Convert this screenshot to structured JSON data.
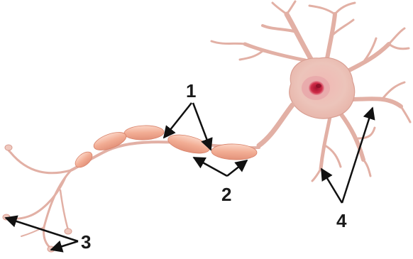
{
  "labels": [
    {
      "id": "1",
      "text": "1"
    },
    {
      "id": "2",
      "text": "2"
    },
    {
      "id": "3",
      "text": "3"
    },
    {
      "id": "4",
      "text": "4"
    }
  ],
  "colors": {
    "membrane": "#efc8be",
    "membrane_dark": "#d99f93",
    "myelin": "#f5b9a2",
    "myelin_dark": "#e7957c",
    "nucleus": "#c81e3d",
    "nucleus_halo": "#e8a3a7",
    "arrow": "#111111"
  }
}
